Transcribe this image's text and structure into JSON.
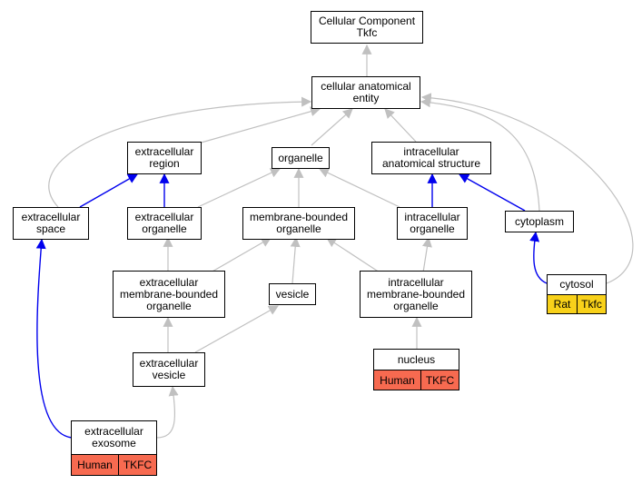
{
  "nodes": {
    "cellular_component": "Cellular Component\nTkfc",
    "cellular_anatomical_entity": "cellular anatomical\nentity",
    "extracellular_region": "extracellular\nregion",
    "organelle": "organelle",
    "intracellular_anatomical_structure": "intracellular\nanatomical structure",
    "extracellular_space": "extracellular\nspace",
    "extracellular_organelle": "extracellular\norganelle",
    "membrane_bounded_organelle": "membrane-bounded\norganelle",
    "intracellular_organelle": "intracellular\norganelle",
    "cytoplasm": "cytoplasm",
    "extracellular_membrane_bounded_organelle": "extracellular\nmembrane-bounded\norganelle",
    "vesicle": "vesicle",
    "intracellular_membrane_bounded_organelle": "intracellular\nmembrane-bounded\norganelle",
    "extracellular_vesicle": "extracellular\nvesicle"
  },
  "annotated_nodes": {
    "cytosol": {
      "label": "cytosol",
      "cells": [
        "Rat",
        "Tkfc"
      ]
    },
    "nucleus": {
      "label": "nucleus",
      "cells": [
        "Human",
        "TKFC"
      ]
    },
    "extracellular_exosome": {
      "label": "extracellular\nexosome",
      "cells": [
        "Human",
        "TKFC"
      ]
    }
  },
  "colors": {
    "edge_is_a": "#c0c0c0",
    "edge_part_of": "#0000ee",
    "human_cell": "#f76a50",
    "rat_cell": "#f8d11a"
  }
}
